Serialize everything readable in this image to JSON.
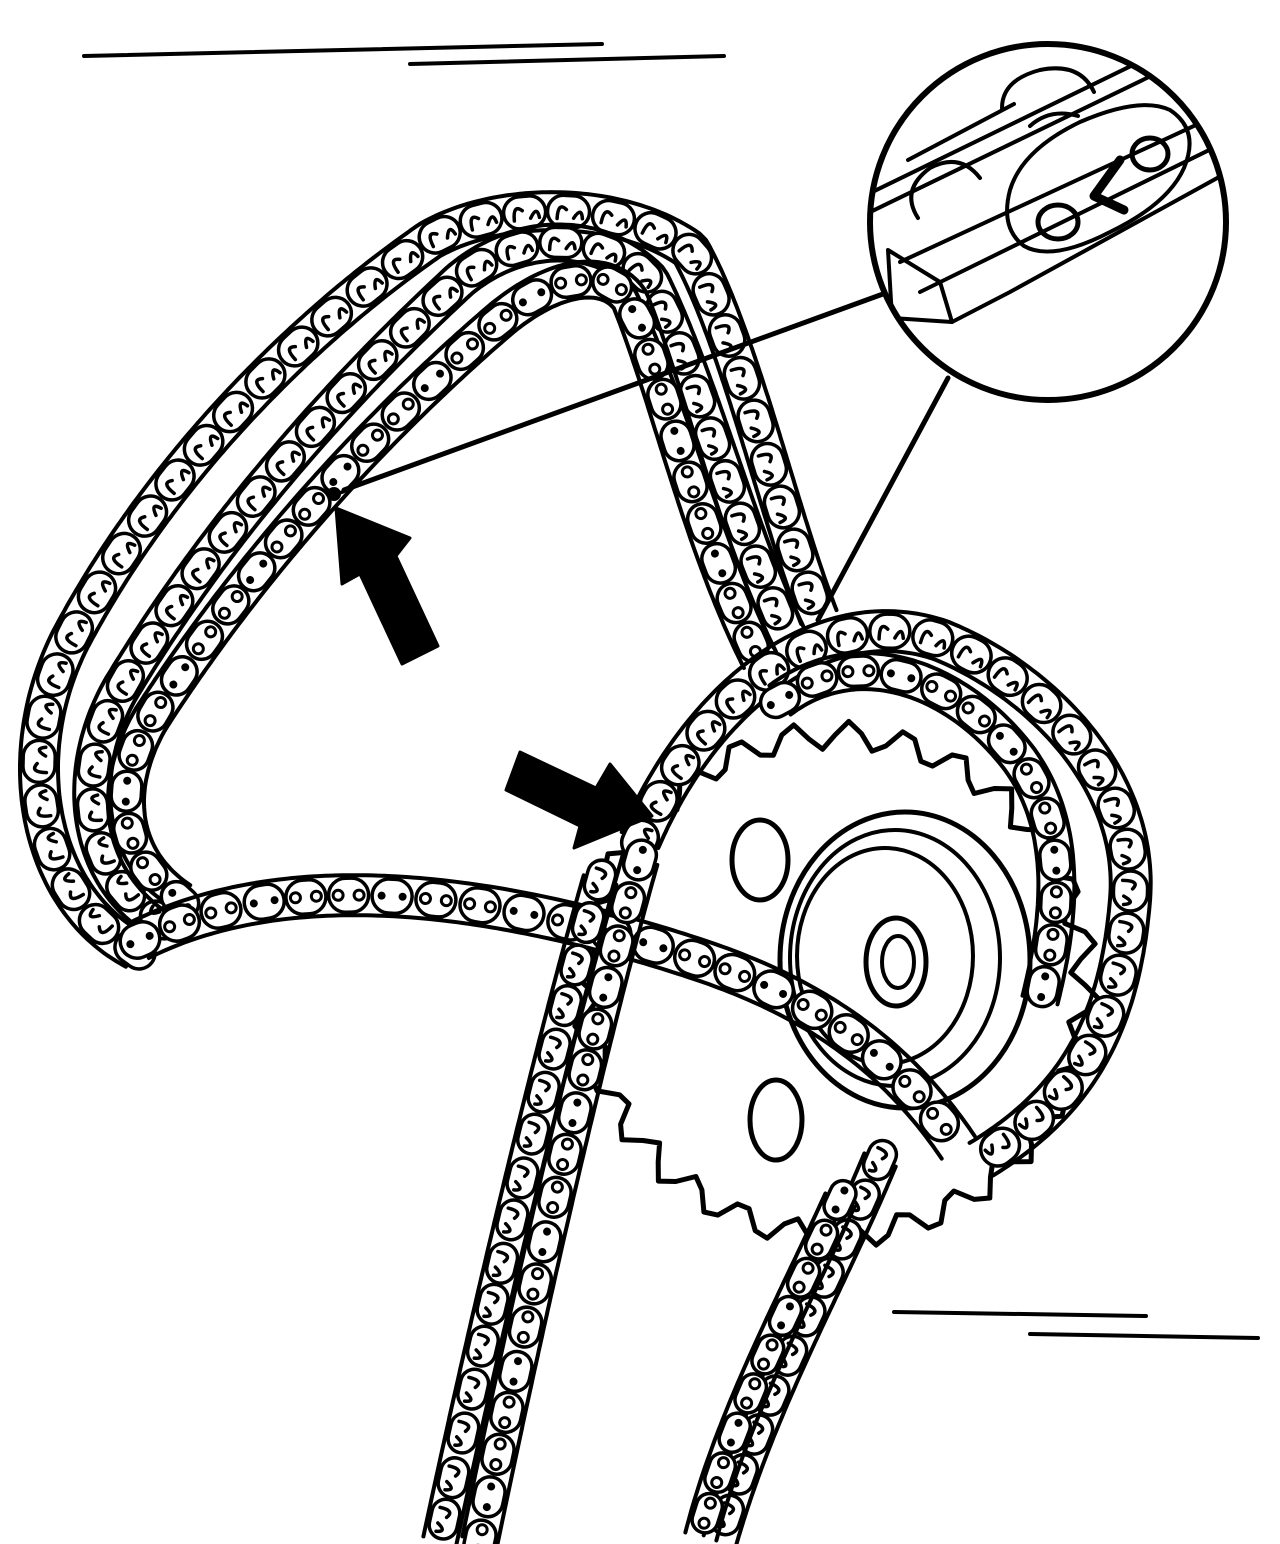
{
  "colors": {
    "ink": "#000000",
    "paper": "#ffffff"
  },
  "figure": {
    "kind": "timing-chain-installation-illustration",
    "callout_marks": [
      {
        "name": "upper-chain-alignment-arrow",
        "direction": "up-left"
      },
      {
        "name": "sprocket-alignment-arrow",
        "direction": "down-right"
      }
    ],
    "detail_inset": "magnified-chain-link-with-timing-mark",
    "label_lines": {
      "top-left": 2,
      "bottom-right": 2
    }
  }
}
